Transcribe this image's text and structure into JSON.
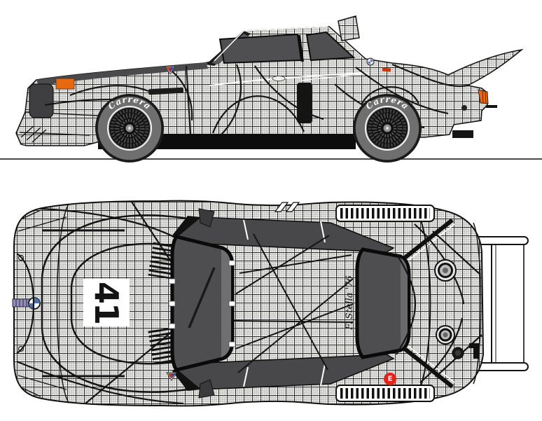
{
  "illustration": {
    "racing_number": "41",
    "front_tire_brand": "Carrera",
    "rear_tire_brand": "Carrera",
    "artist_signature": "F. Stella '76",
    "extinguisher_label": "E",
    "colors": {
      "background": "#ffffff",
      "grid_paper": "#f4f4f2",
      "grid_line_minor": "#a8a8a4",
      "grid_line_major": "#2b2b2b",
      "outline_black": "#141414",
      "window_gray": "#4e4e50",
      "window_gray_light": "#6f6f71",
      "tire_gray": "#6f6f6f",
      "indicator_orange": "#e8680f",
      "tail_light_orange": "#e8680f",
      "extinguisher_red": "#e0241a",
      "ground_line_gray": "#4a4a4a"
    }
  }
}
